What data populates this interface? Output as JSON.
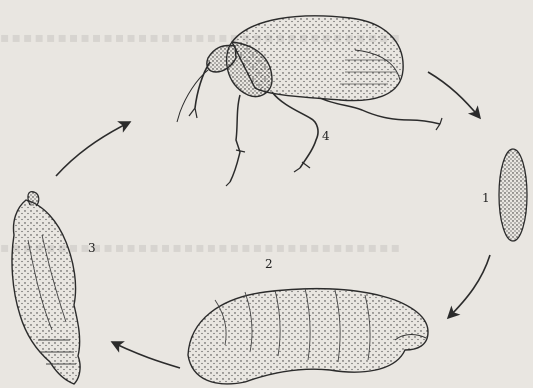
{
  "figure": {
    "background": "#e9e6e1",
    "ink": "#2b2b2b",
    "stages": [
      {
        "id": "adult",
        "label": "4",
        "icon": "weevil-adult-icon"
      },
      {
        "id": "egg",
        "label": "1",
        "icon": "egg-icon"
      },
      {
        "id": "larva",
        "label": "2",
        "icon": "larva-grub-icon"
      },
      {
        "id": "pupa",
        "label": "3",
        "icon": "pupa-icon"
      }
    ],
    "cycle_arrows": [
      "adult-to-egg",
      "egg-to-larva",
      "larva-to-pupa",
      "pupa-to-adult"
    ]
  }
}
